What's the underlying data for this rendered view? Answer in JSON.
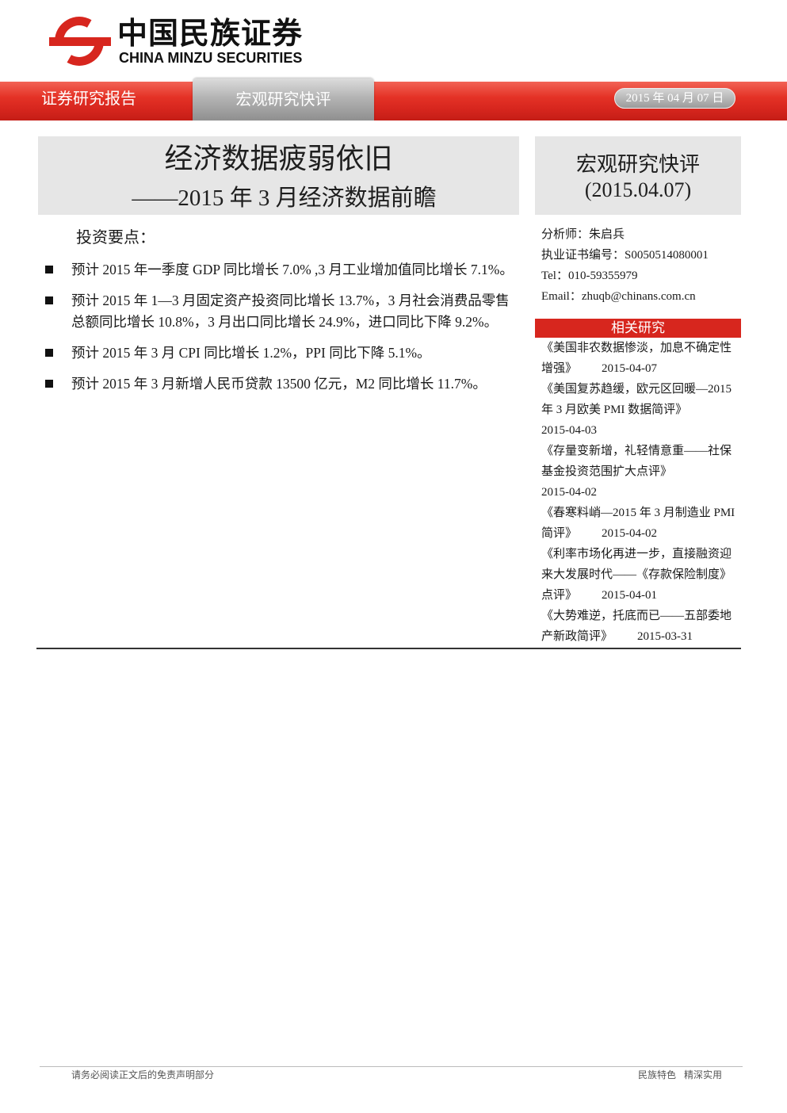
{
  "header": {
    "logo_cn": "中国民族证券",
    "logo_en": "CHINA MINZU SECURITIES",
    "band_label": "证券研究报告",
    "tab_label": "宏观研究快评",
    "date": "2015 年 04 月 07 日"
  },
  "title_box": {
    "title": "经济数据疲弱依旧",
    "subtitle": "——2015 年 3 月经济数据前瞻"
  },
  "side_box": {
    "category": "宏观研究快评",
    "date": "(2015.04.07)"
  },
  "key_points": {
    "heading": "投资要点：",
    "bullets": [
      {
        "lines": [
          "预计 2015 年一季度 GDP 同比增长 7.0% ,3 月工业增加值同比增长 7.1%。"
        ]
      },
      {
        "lines": [
          "预计 2015 年 1—3 月固定资产投资同比增长 13.7%，3 月社会消费品零售",
          "总额同比增长 10.8%，3 月出口同比增长 24.9%，进口同比下降 9.2%。"
        ]
      },
      {
        "lines": [
          "预计 2015 年 3 月 CPI 同比增长 1.2%，PPI 同比下降 5.1%。"
        ]
      },
      {
        "lines": [
          "预计 2015 年 3 月新增人民币贷款 13500 亿元，M2 同比增长 11.7%。"
        ]
      }
    ]
  },
  "analyst": {
    "name_label": "分析师：",
    "name": "朱启兵",
    "license_label": "执业证书编号：",
    "license": "S0050514080001",
    "tel_label": "Tel：",
    "tel": "010-59355979",
    "email_label": "Email：",
    "email": "zhuqb@chinans.com.cn"
  },
  "related": {
    "heading": "相关研究",
    "items": [
      {
        "lines": [
          "《美国非农数据惨淡，加息不确定性",
          "增强》"
        ],
        "date": "2015-04-07"
      },
      {
        "lines": [
          "《美国复苏趋缓，欧元区回暖—2015",
          "年 3 月欧美 PMI 数据简评》"
        ],
        "date": "2015-04-03"
      },
      {
        "lines": [
          "《存量变新增，礼轻情意重——社保",
          "基金投资范围扩大点评》"
        ],
        "date": "2015-04-02"
      },
      {
        "lines": [
          "《春寒料峭—2015 年 3 月制造业 PMI",
          "简评》"
        ],
        "date": "2015-04-02"
      },
      {
        "lines": [
          "《利率市场化再进一步，直接融资迎",
          "来大发展时代——《存款保险制度》",
          "点评》"
        ],
        "date": "2015-04-01"
      },
      {
        "lines": [
          "《大势难逆，托底而已——五部委地",
          "产新政简评》"
        ],
        "date": "2015-03-31"
      }
    ]
  },
  "footer": {
    "disclaimer": "请务必阅读正文后的免责声明部分",
    "slogan_1": "民族特色",
    "slogan_2": "精深实用"
  },
  "colors": {
    "brand_red": "#d7261e",
    "title_box_grey": "#e6e6e6",
    "tab_grey": "#a3a3a3"
  }
}
